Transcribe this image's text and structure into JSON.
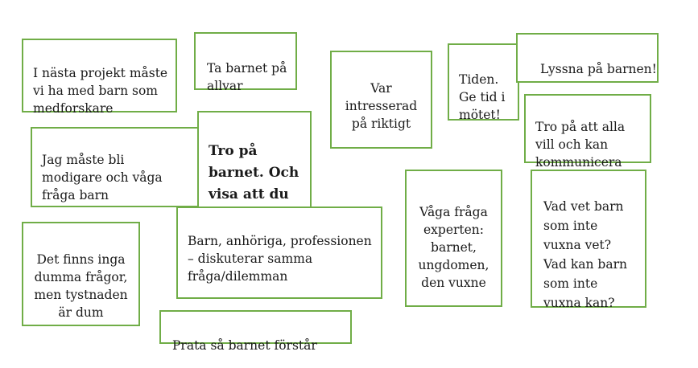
{
  "notes": [
    {
      "id": "n1",
      "text": "I nästa projekt måste\nvi ha med barn som\nmedforskare"
    },
    {
      "id": "n2",
      "text": "Ta barnet på\nallvar"
    },
    {
      "id": "n3",
      "text": "Var\nintresserad\npå riktigt"
    },
    {
      "id": "n4",
      "text": "Tiden.\nGe tid i\nmötet!"
    },
    {
      "id": "n5",
      "text": "Lyssna på barnen!"
    },
    {
      "id": "n6",
      "text": "Tro på att alla\nvill och kan\nkommunicera"
    },
    {
      "id": "n7",
      "text": "Jag måste bli\nmodigare och våga\nfråga barn"
    },
    {
      "id": "n8",
      "text": "Tro på\nbarnet. Och\nvisa att du\ngör det!"
    },
    {
      "id": "n9",
      "text": "Våga fråga\nexperten:\nbarnet,\nungdomen,\nden vuxne"
    },
    {
      "id": "n10",
      "text": "Vad vet barn\nsom inte\nvuxna vet?\nVad kan barn\nsom inte\nvuxna kan?"
    },
    {
      "id": "n11",
      "text": "Barn, anhöriga, professionen\n– diskuterar samma\nfråga/dilemman"
    },
    {
      "id": "n12",
      "text": "Det finns inga\ndumma frågor,\nmen tystnaden\när dum"
    },
    {
      "id": "n13",
      "text": "Prata så barnet förstår"
    }
  ]
}
